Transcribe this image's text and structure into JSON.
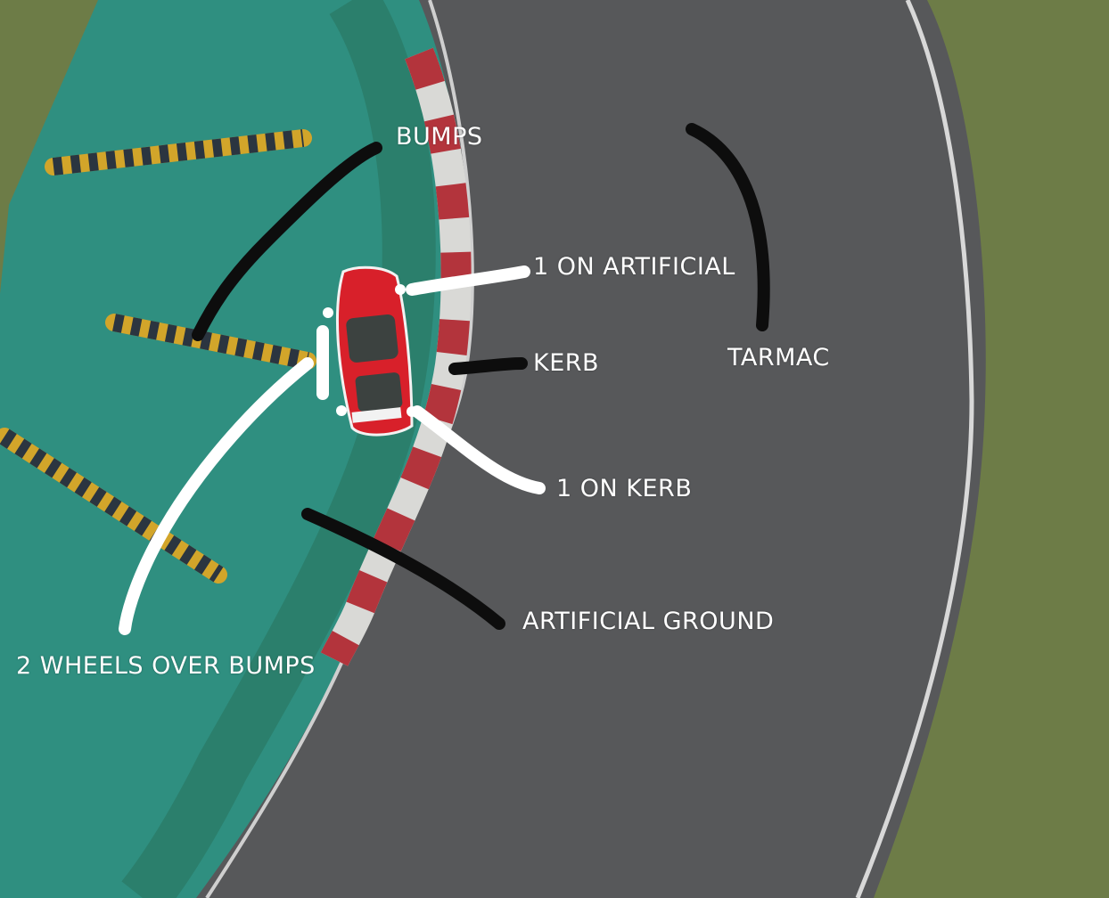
{
  "annotations": {
    "bumps": "BUMPS",
    "one_on_artificial": "1 ON ARTIFICIAL",
    "kerb": "KERB",
    "tarmac": "TARMAC",
    "one_on_kerb": "1 ON KERB",
    "artificial_ground": "ARTIFICIAL GROUND",
    "two_wheels_over_bumps": "2 WHEELS OVER BUMPS"
  },
  "colors": {
    "grass": "#6d7c47",
    "artificial_ground": "#2f8f80",
    "tarmac": "#57585a",
    "kerb_red": "#b3343c",
    "kerb_white": "#d9d9d6",
    "car": "#d8202a",
    "bump_yellow": "#d2a52a"
  }
}
